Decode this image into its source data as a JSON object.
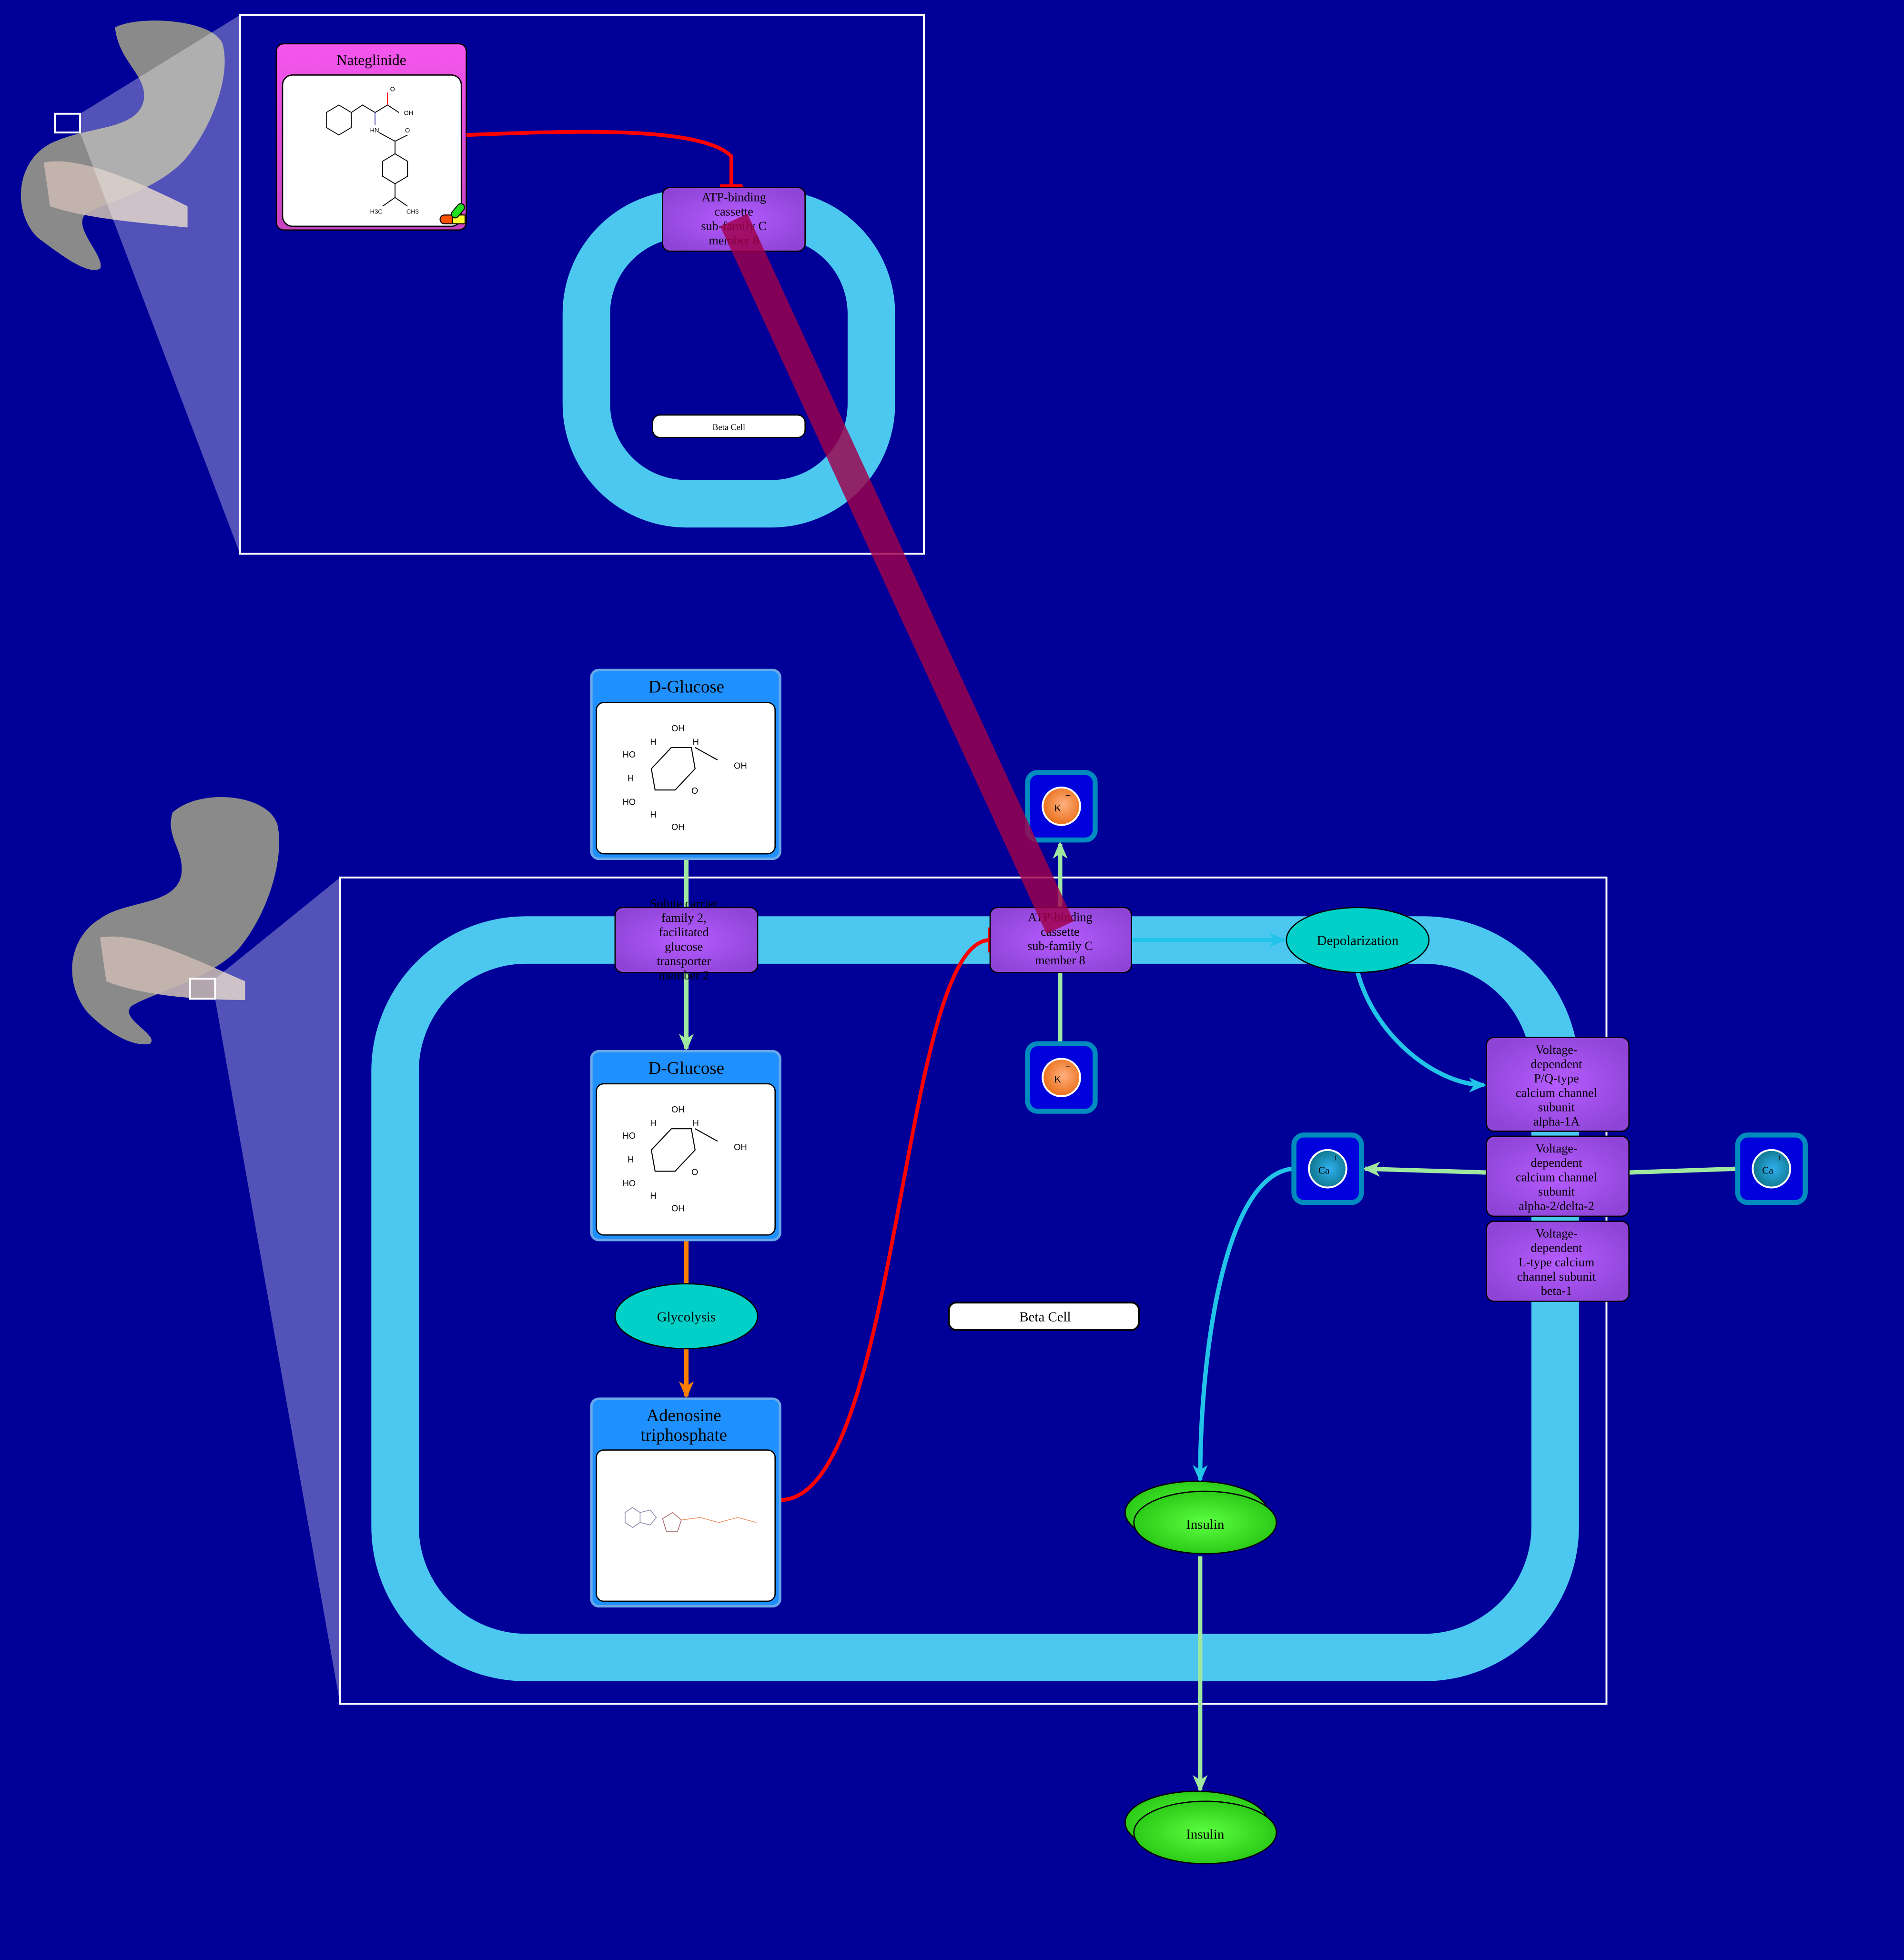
{
  "colors": {
    "background": "#000099",
    "membrane": "#4cc8f0",
    "protein": "#a855f7",
    "metabolite_header": "#1e90ff",
    "drug_header": "#f556ee",
    "process": "#00d0c8",
    "insulin": "#3ee82a",
    "inhibition": "#ff0000",
    "activation_green": "#a0e8a0",
    "activation_cyan": "#22c4e8",
    "conversion": "#ff8000",
    "potassium": "#f07a20",
    "calcium": "#1a9ab8"
  },
  "top_panel": {
    "drug": {
      "label": "Nateglinide",
      "icon": "drug-capsule-icon",
      "atoms": [
        "O",
        "OH",
        "HN",
        "O",
        "H3C",
        "CH3"
      ]
    },
    "target": {
      "lines": [
        "ATP-binding",
        "cassette",
        "sub-family C",
        "member 8"
      ]
    },
    "compartment_label": "Beta Cell"
  },
  "main_panel": {
    "glucose_outside": {
      "label": "D-Glucose",
      "atoms": [
        "OH",
        "H",
        "HO",
        "H",
        "H",
        "HO",
        "H",
        "O",
        "OH",
        "OH"
      ]
    },
    "glut2": {
      "lines": [
        "Solute carrier",
        "family 2,",
        "facilitated",
        "glucose",
        "transporter",
        "member 2"
      ]
    },
    "glucose_inside": {
      "label": "D-Glucose",
      "atoms": [
        "OH",
        "H",
        "HO",
        "H",
        "H",
        "HO",
        "H",
        "O",
        "OH",
        "OH"
      ]
    },
    "glycolysis": "Glycolysis",
    "atp": {
      "lines": [
        "Adenosine",
        "triphosphate"
      ]
    },
    "katp": {
      "lines": [
        "ATP-binding",
        "cassette",
        "sub-family C",
        "member 8"
      ]
    },
    "k_out": {
      "symbol": "K",
      "charge": "+"
    },
    "k_in": {
      "symbol": "K",
      "charge": "+"
    },
    "depolarization": "Depolarization",
    "cav_pq": {
      "lines": [
        "Voltage-",
        "dependent",
        "P/Q-type",
        "calcium channel",
        "subunit",
        "alpha-1A"
      ]
    },
    "cav_a2d": {
      "lines": [
        "Voltage-",
        "dependent",
        "calcium channel",
        "subunit",
        "alpha-2/delta-2"
      ]
    },
    "cav_beta": {
      "lines": [
        "Voltage-",
        "dependent",
        "L-type calcium",
        "channel subunit",
        "beta-1"
      ]
    },
    "ca_in": {
      "symbol": "Ca",
      "charge": "+"
    },
    "ca_out": {
      "symbol": "Ca",
      "charge": "+"
    },
    "compartment_label": "Beta Cell",
    "insulin_inside": "Insulin",
    "insulin_secreted": "Insulin"
  }
}
